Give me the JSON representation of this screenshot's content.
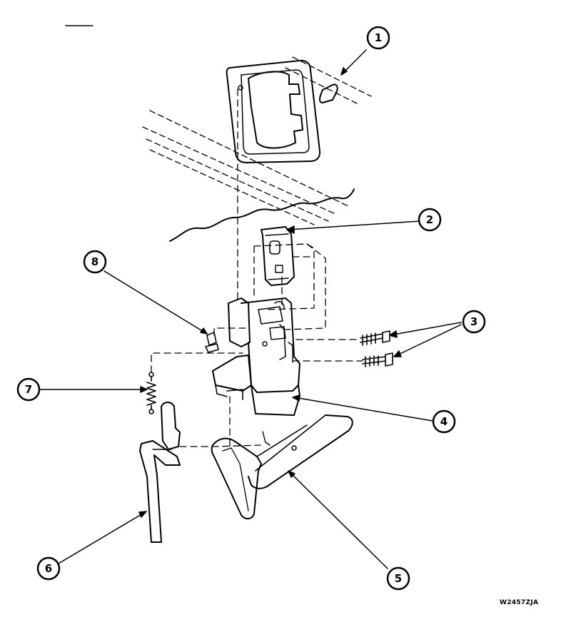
{
  "diagram": {
    "drawing_code": "W2457ZJA",
    "callouts": [
      {
        "label": "1"
      },
      {
        "label": "2"
      },
      {
        "label": "3"
      },
      {
        "label": "4"
      },
      {
        "label": "5"
      },
      {
        "label": "6"
      },
      {
        "label": "7"
      },
      {
        "label": "8"
      }
    ]
  },
  "colors": {
    "line": "#000000",
    "background": "#ffffff"
  }
}
